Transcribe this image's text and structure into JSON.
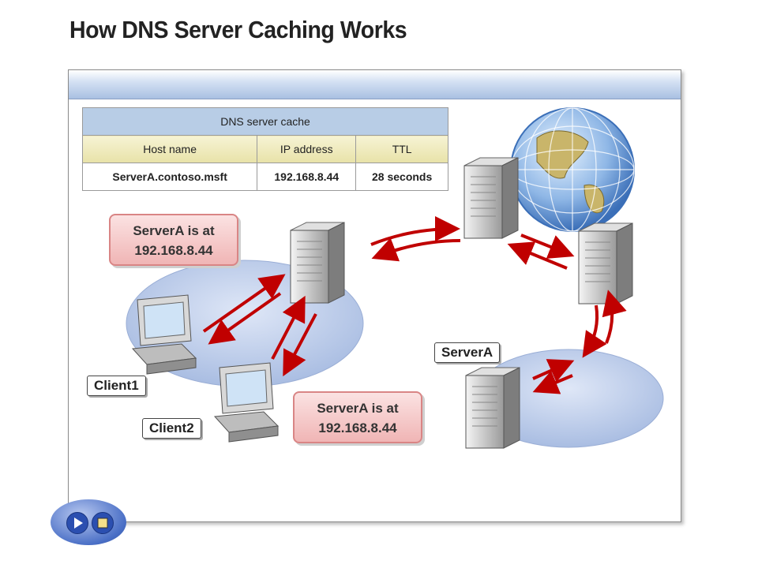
{
  "title": "How DNS Server Caching Works",
  "cache_table": {
    "caption": "DNS server cache",
    "headers": [
      "Host name",
      "IP address",
      "TTL"
    ],
    "row": [
      "ServerA.contoso.msft",
      "192.168.8.44",
      "28 seconds"
    ]
  },
  "callouts": {
    "top": [
      "ServerA is at",
      "192.168.8.44"
    ],
    "bottom": [
      "ServerA is at",
      "192.168.8.44"
    ]
  },
  "labels": {
    "client1": "Client1",
    "client2": "Client2",
    "serverA": "ServerA"
  },
  "colors": {
    "arrow": "#c00000",
    "callout_fill": "#f2bcbc",
    "table_caption": "#b8cde6",
    "table_header": "#ece6b3"
  },
  "nav": {
    "play_icon": "play-icon",
    "stop_icon": "stop-icon"
  }
}
